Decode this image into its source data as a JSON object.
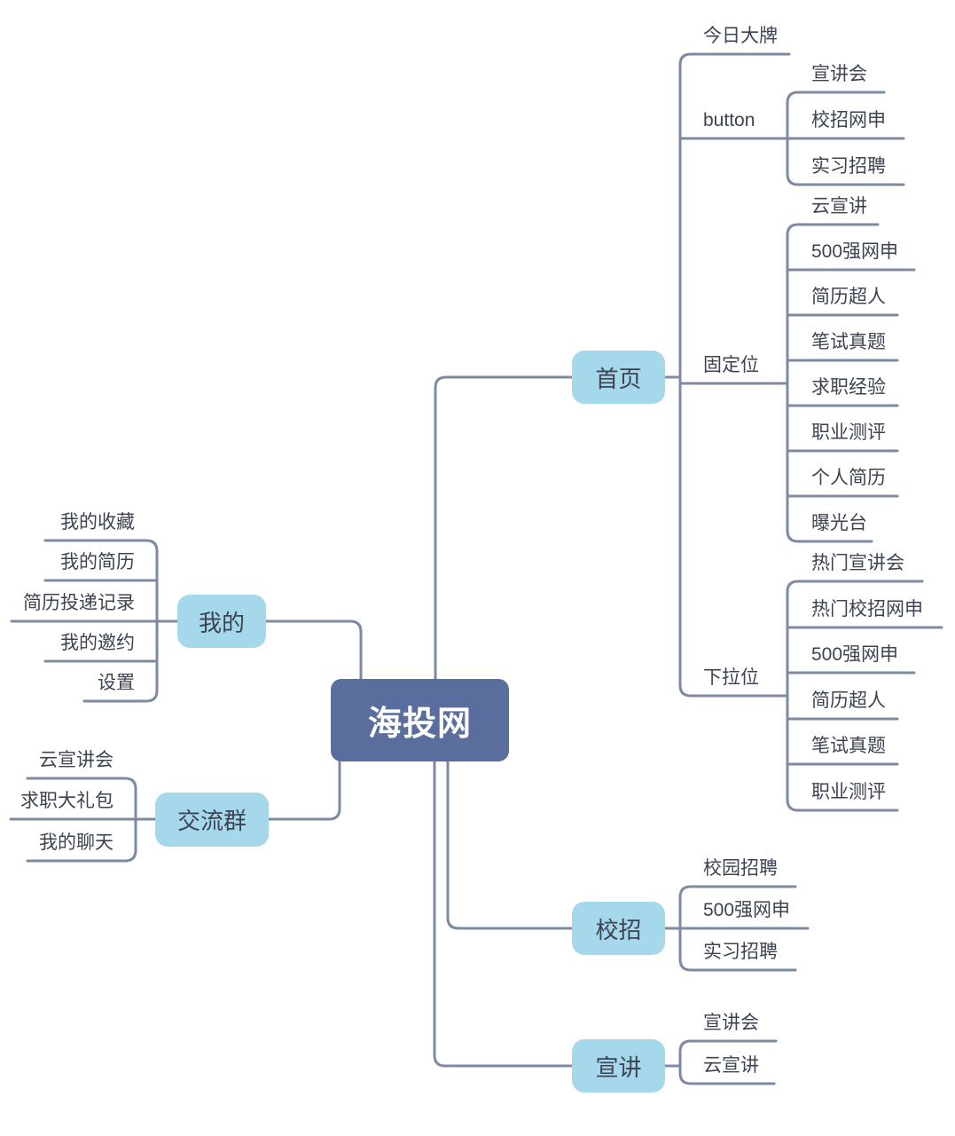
{
  "colors": {
    "root-bg": "#5A6E9E",
    "branch-bg": "#A4D8EA",
    "line": "#7E8AA1",
    "text": "#3C4352",
    "root-text": "#FFFFFF",
    "bg": "#FFFFFF"
  },
  "mindmap": {
    "root": {
      "label": "海投网"
    },
    "branches": [
      {
        "label": "首页",
        "children": [
          {
            "label": "今日大牌"
          },
          {
            "label": "button",
            "children": [
              {
                "label": "宣讲会"
              },
              {
                "label": "校招网申"
              },
              {
                "label": "实习招聘"
              }
            ]
          },
          {
            "label": "固定位",
            "children": [
              {
                "label": "云宣讲"
              },
              {
                "label": "500强网申"
              },
              {
                "label": "简历超人"
              },
              {
                "label": "笔试真题"
              },
              {
                "label": "求职经验"
              },
              {
                "label": "职业测评"
              },
              {
                "label": "个人简历"
              },
              {
                "label": "曝光台"
              }
            ]
          },
          {
            "label": "下拉位",
            "children": [
              {
                "label": "热门宣讲会"
              },
              {
                "label": "热门校招网申"
              },
              {
                "label": "500强网申"
              },
              {
                "label": "简历超人"
              },
              {
                "label": "笔试真题"
              },
              {
                "label": "职业测评"
              }
            ]
          }
        ]
      },
      {
        "label": "我的",
        "children": [
          {
            "label": "我的收藏"
          },
          {
            "label": "我的简历"
          },
          {
            "label": "简历投递记录"
          },
          {
            "label": "我的邀约"
          },
          {
            "label": "设置"
          }
        ]
      },
      {
        "label": "交流群",
        "children": [
          {
            "label": "云宣讲会"
          },
          {
            "label": "求职大礼包"
          },
          {
            "label": "我的聊天"
          }
        ]
      },
      {
        "label": "校招",
        "children": [
          {
            "label": "校园招聘"
          },
          {
            "label": "500强网申"
          },
          {
            "label": "实习招聘"
          }
        ]
      },
      {
        "label": "宣讲",
        "children": [
          {
            "label": "宣讲会"
          },
          {
            "label": "云宣讲"
          }
        ]
      }
    ]
  }
}
